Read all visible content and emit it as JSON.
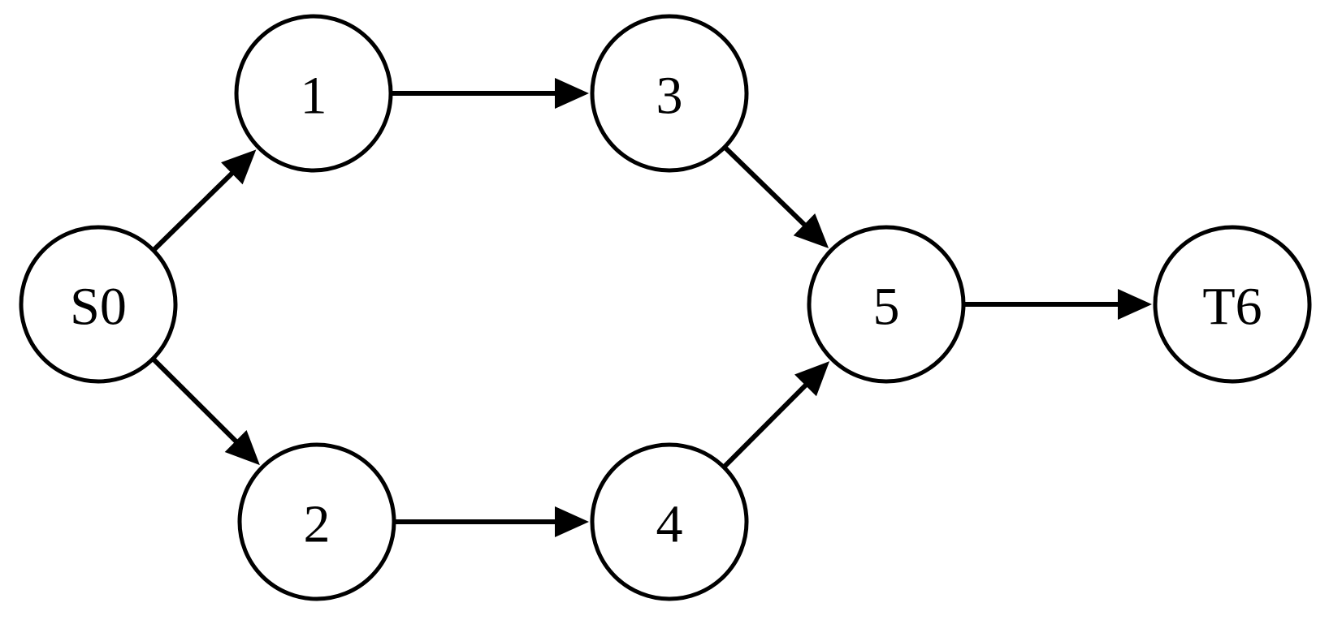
{
  "nodes": [
    {
      "id": "S0",
      "label": "S0"
    },
    {
      "id": "1",
      "label": "1"
    },
    {
      "id": "2",
      "label": "2"
    },
    {
      "id": "3",
      "label": "3"
    },
    {
      "id": "4",
      "label": "4"
    },
    {
      "id": "5",
      "label": "5"
    },
    {
      "id": "T6",
      "label": "T6"
    }
  ],
  "edges": [
    {
      "from": "S0",
      "to": "1"
    },
    {
      "from": "S0",
      "to": "2"
    },
    {
      "from": "1",
      "to": "3"
    },
    {
      "from": "2",
      "to": "4"
    },
    {
      "from": "3",
      "to": "5"
    },
    {
      "from": "4",
      "to": "5"
    },
    {
      "from": "5",
      "to": "T6"
    }
  ]
}
